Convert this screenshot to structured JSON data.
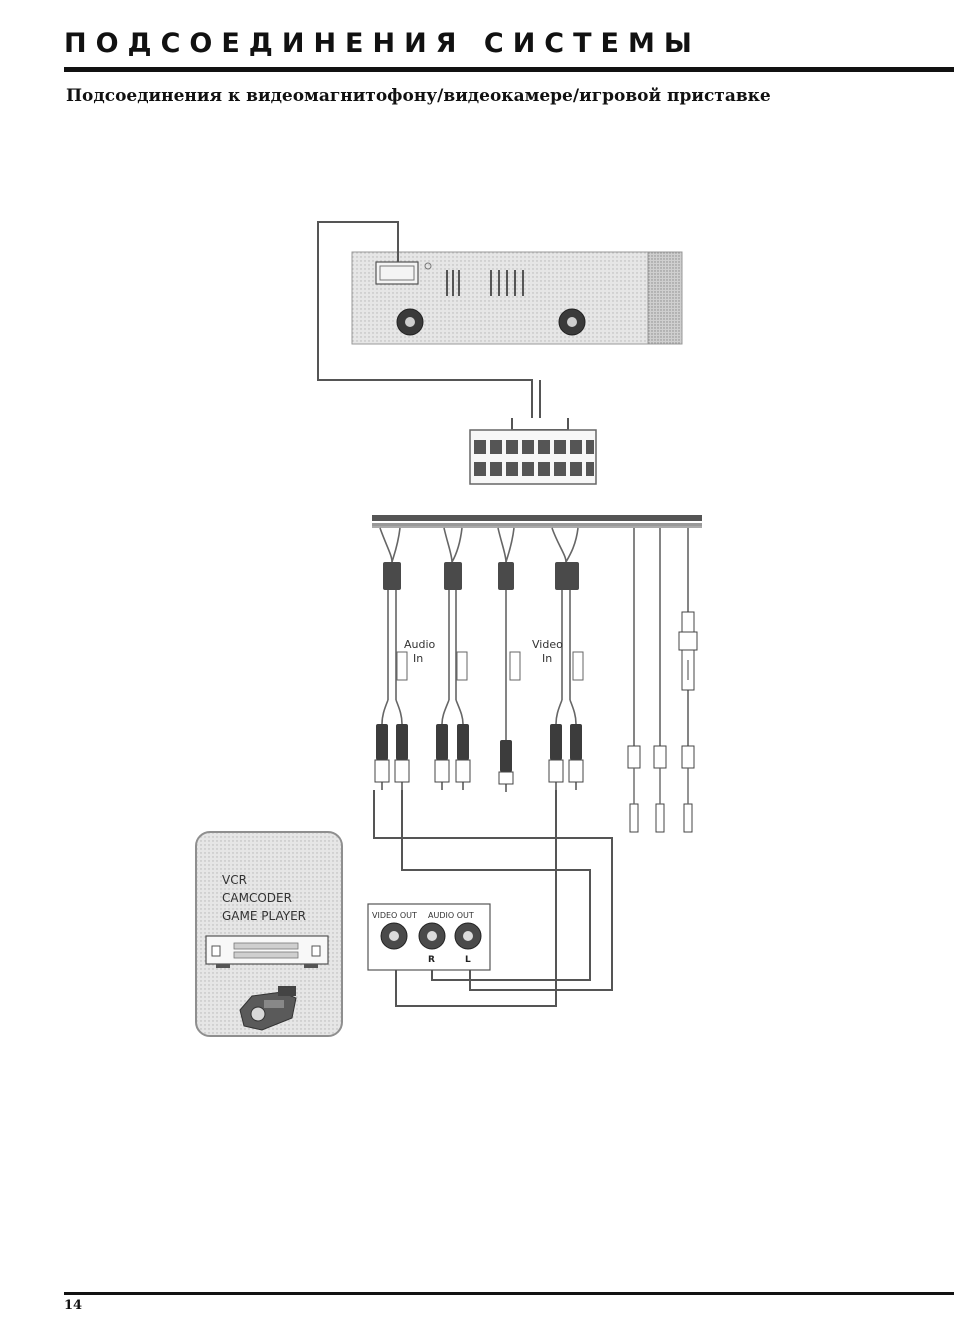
{
  "header": {
    "title": "ПОДСОЕДИНЕНИЯ СИСТЕМЫ",
    "subtitle": "Подсоединения к видеомагнитофону/видеокамере/игровой приставке"
  },
  "diagram": {
    "harness_labels": {
      "audio_in_line1": "Audio",
      "audio_in_line2": "In",
      "video_in_line1": "Video",
      "video_in_line2": "In"
    },
    "external_device": {
      "line1": "VCR",
      "line2": "CAMCODER",
      "line3": "GAME PLAYER"
    },
    "output_panel": {
      "video_out": "VIDEO OUT",
      "audio_out": "AUDIO OUT",
      "right": "R",
      "left": "L"
    }
  },
  "footer": {
    "page_number": "14"
  }
}
